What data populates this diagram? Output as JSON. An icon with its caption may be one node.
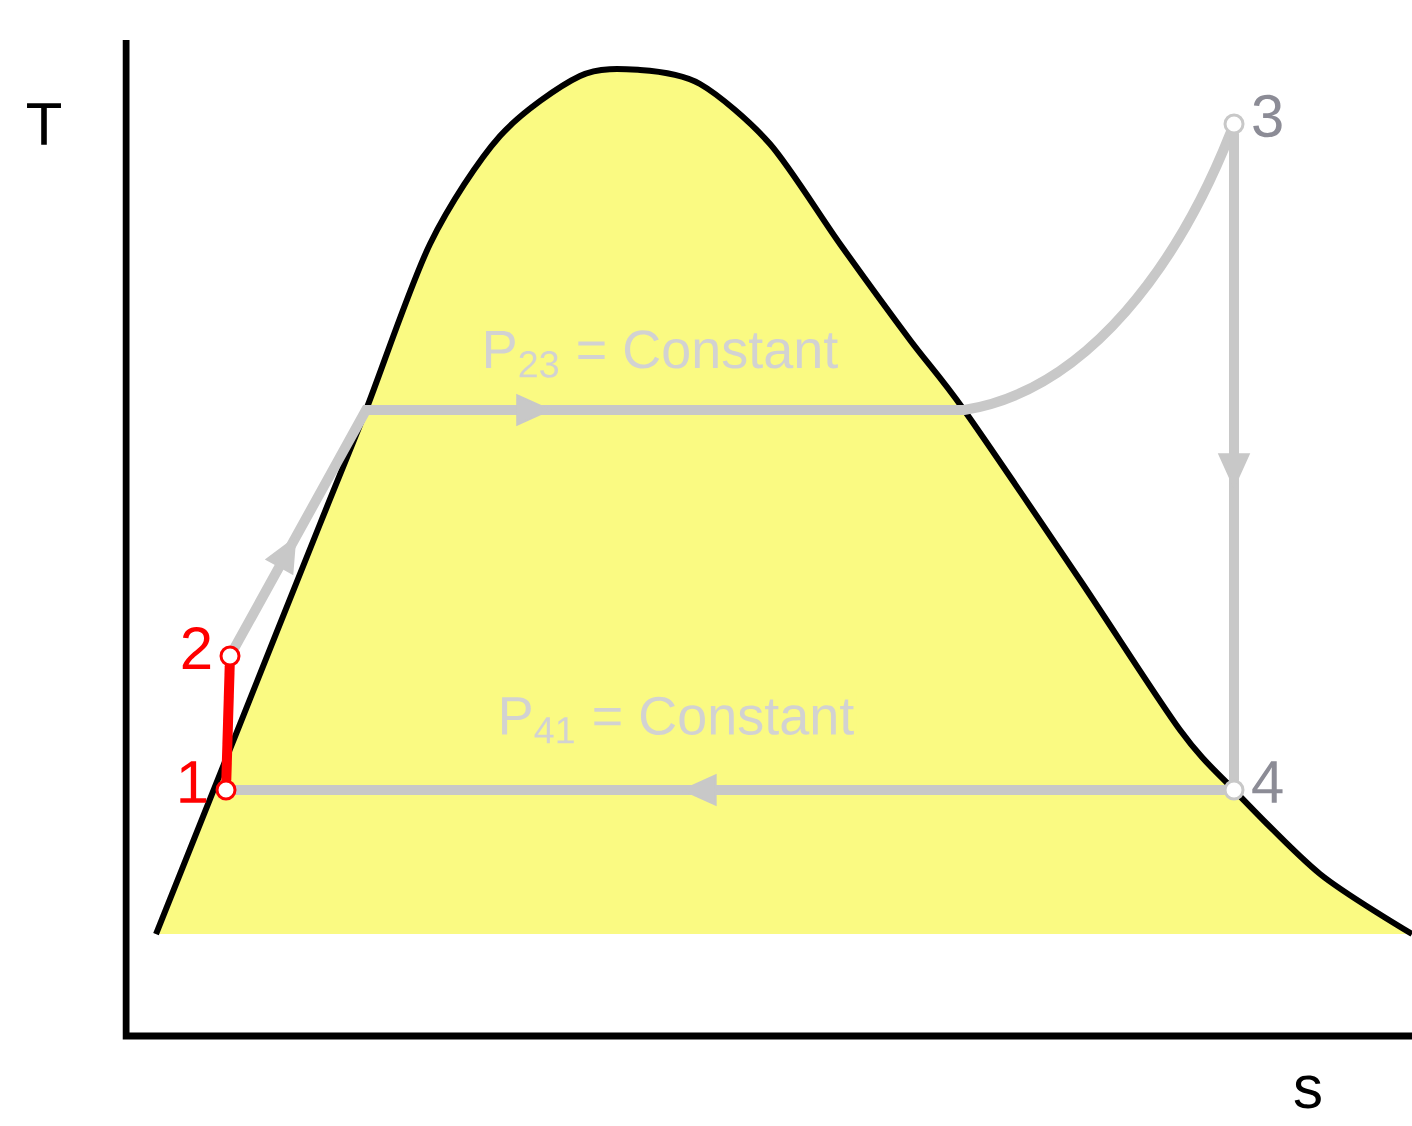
{
  "diagram": {
    "nodes": [
      {
        "text": [
          "1"
        ]
      },
      {
        "text": [
          "2"
        ]
      },
      {
        "text": [
          "3"
        ]
      },
      {
        "text": [
          "4"
        ]
      }
    ],
    "edges": [
      {
        "from": 0,
        "to": 1,
        "arrow": "none",
        "color": "#ff0000"
      },
      {
        "from": 1,
        "to": 2,
        "arrow": "to",
        "label": "P$_{23}$ = Constant"
      },
      {
        "from": 2,
        "to": 3,
        "arrow": "to"
      },
      {
        "from": 3,
        "to": 0,
        "arrow": "to",
        "label": "P$_{41}$ = Constant"
      }
    ],
    "labels": [
      "T",
      "s"
    ]
  }
}
